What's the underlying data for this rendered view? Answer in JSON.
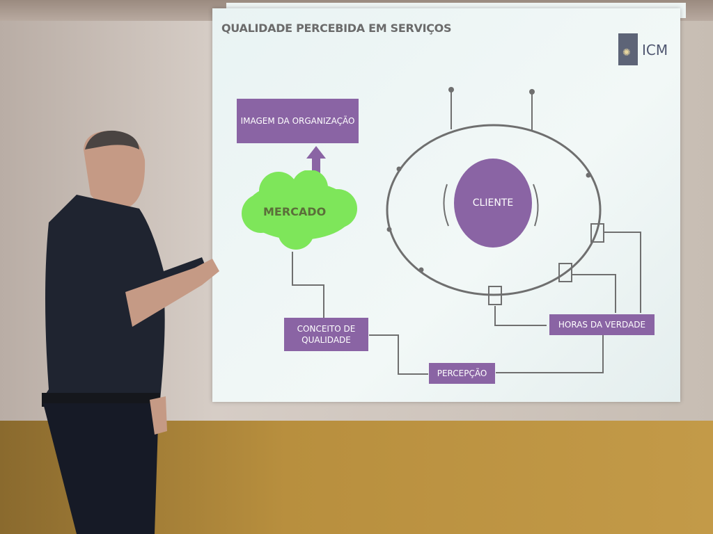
{
  "slide": {
    "title": "QUALIDADE PERCEBIDA EM SERVIÇOS",
    "logo_text": "ICM",
    "boxes": {
      "imagem": "IMAGEM DA ORGANIZAÇÃO",
      "mercado": "MERCADO",
      "cliente": "CLIENTE",
      "conceito": "CONCEITO DE QUALIDADE",
      "horas": "HORAS DA VERDADE",
      "percepcao": "PERCEPÇÃO"
    },
    "colors": {
      "box": "#8a64a4",
      "cloud": "#7ee65a",
      "text": "#6b6b6b"
    }
  }
}
